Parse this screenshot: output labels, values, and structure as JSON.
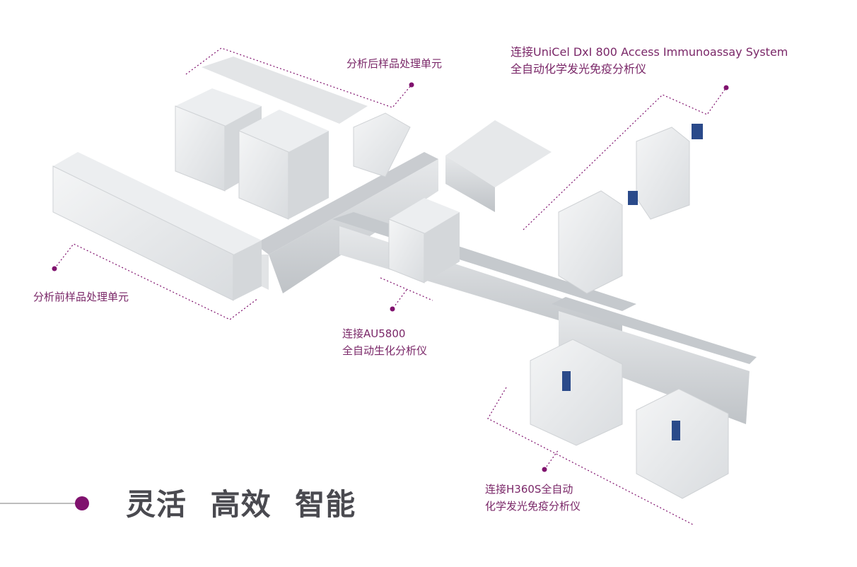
{
  "labels": {
    "post_analysis": "分析后样品处理单元",
    "unicel_line1": "连接UniCel DxI 800 Access Immunoassay System",
    "unicel_line2": "全自动化学发光免疫分析仪",
    "pre_analysis": "分析前样品处理单元",
    "au5800_line1": "连接AU5800",
    "au5800_line2": "全自动生化分析仪",
    "h360s_line1": "连接H360S全自动",
    "h360s_line2": "化学发光免疫分析仪"
  },
  "slogan": [
    "灵活",
    "高效",
    "智能"
  ],
  "colors": {
    "accent": "#80126e",
    "label": "#7a2768",
    "slogan": "#4a4a50"
  }
}
